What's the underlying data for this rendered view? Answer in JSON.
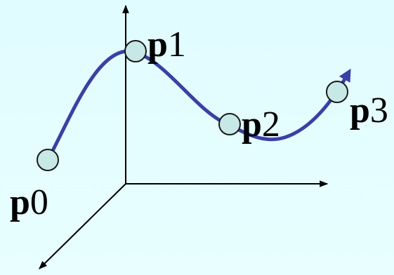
{
  "diagram": {
    "colors": {
      "background": "#e4fdff",
      "axis": "#000000",
      "curve": "#3b3fa8",
      "point_fill": "#c6e8e6",
      "point_stroke": "#1a1a1a"
    },
    "points": [
      {
        "id": "p0",
        "bold": "p",
        "index": "0"
      },
      {
        "id": "p1",
        "bold": "p",
        "index": "1"
      },
      {
        "id": "p2",
        "bold": "p",
        "index": "2"
      },
      {
        "id": "p3",
        "bold": "p",
        "index": "3"
      }
    ]
  }
}
